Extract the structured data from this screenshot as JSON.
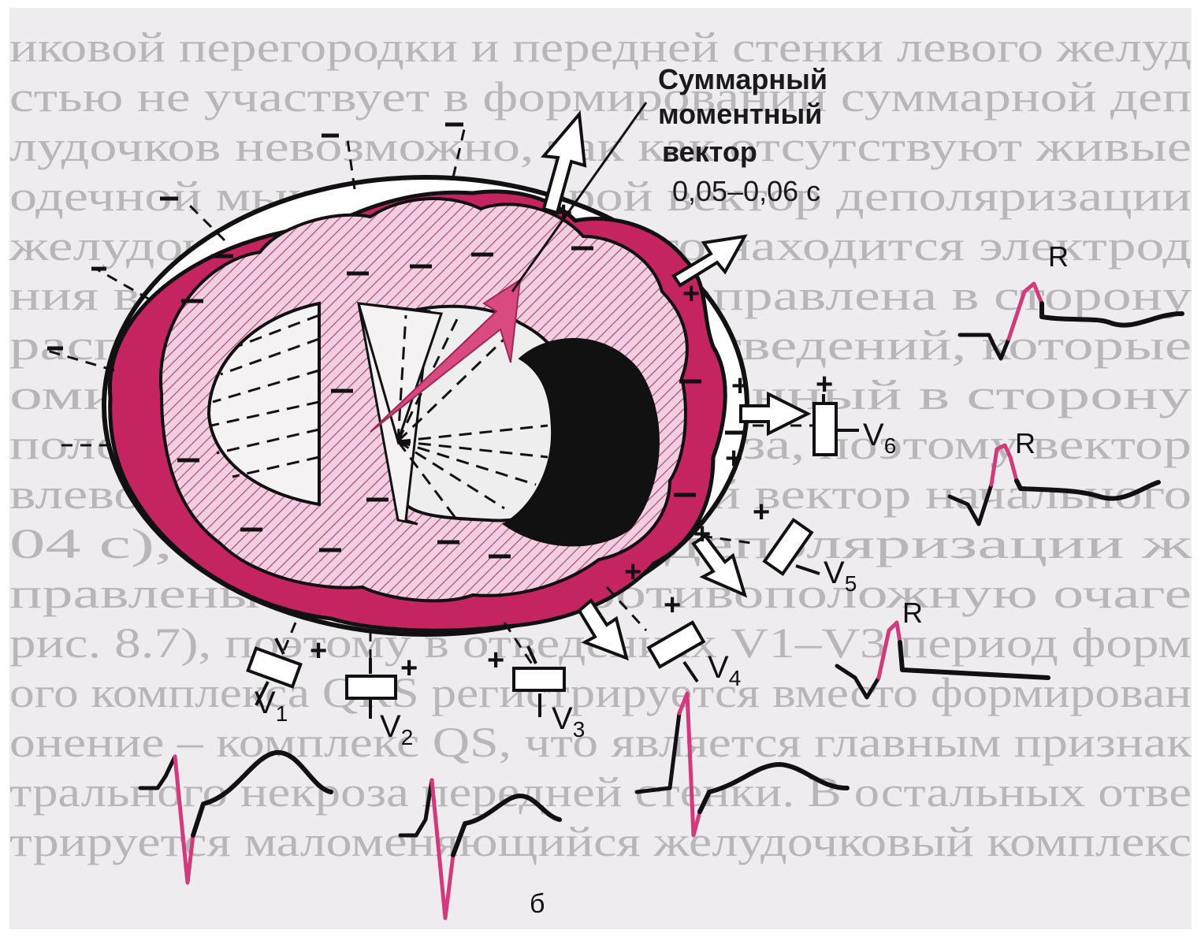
{
  "background_text": [
    "иковой перегородки и передней стенки левого желуд",
    "стью не участвует в формировании суммарной деп",
    "лудочков невозможно, так как отсутствуют живые",
    "одечной мышцы, в которой вектор деполяризации",
    "желудочка, в глазах которого находится электрод",
    "ния волна деполяризации направлена в сторону",
    "распространяется от этих отведений, которые",
    "омируют вектор, направленный в сторону",
    "положительной области некроза, поэтому вектор",
    "влево. Суммарный моментный вектор начального",
    "04 с), так и конечной деполяризации ж",
    "правлены в сторону, противоположную очаге",
    "рис. 8.7), поэтому в отведениях V1–V3 период форм",
    "ого комплекса QRS регистрируется вместо формирован",
    "онение – комплекс QS, что является главным признак",
    "трального некроза передней стенки. В остальных отве",
    "трируется маломеняющийся желудочковый комплекс"
  ],
  "callout": {
    "line1": "Суммарный",
    "line2": "моментный",
    "line3": "вектор",
    "time": "0,05–0,06 с"
  },
  "leads": [
    {
      "id": "V1",
      "letter": "V",
      "sub": "1",
      "sign": "+"
    },
    {
      "id": "V2",
      "letter": "V",
      "sub": "2",
      "sign": "+"
    },
    {
      "id": "V3",
      "letter": "V",
      "sub": "3",
      "sign": "+"
    },
    {
      "id": "V4",
      "letter": "V",
      "sub": "4",
      "sign": "+"
    },
    {
      "id": "V5",
      "letter": "V",
      "sub": "5",
      "sign": "+"
    },
    {
      "id": "V6",
      "letter": "V",
      "sub": "6",
      "sign": "+"
    }
  ],
  "ecg_r_label": "R",
  "figure_letter": "б",
  "colors": {
    "magenta": "#c4245f",
    "pink_fill": "#ecc2d6",
    "hatch": "#b04876",
    "vector": "#d84a80",
    "ecg_pink": "#d33a7c",
    "ink": "#111111",
    "necrosis": "#111111",
    "background_text": "#b9b6ba"
  }
}
